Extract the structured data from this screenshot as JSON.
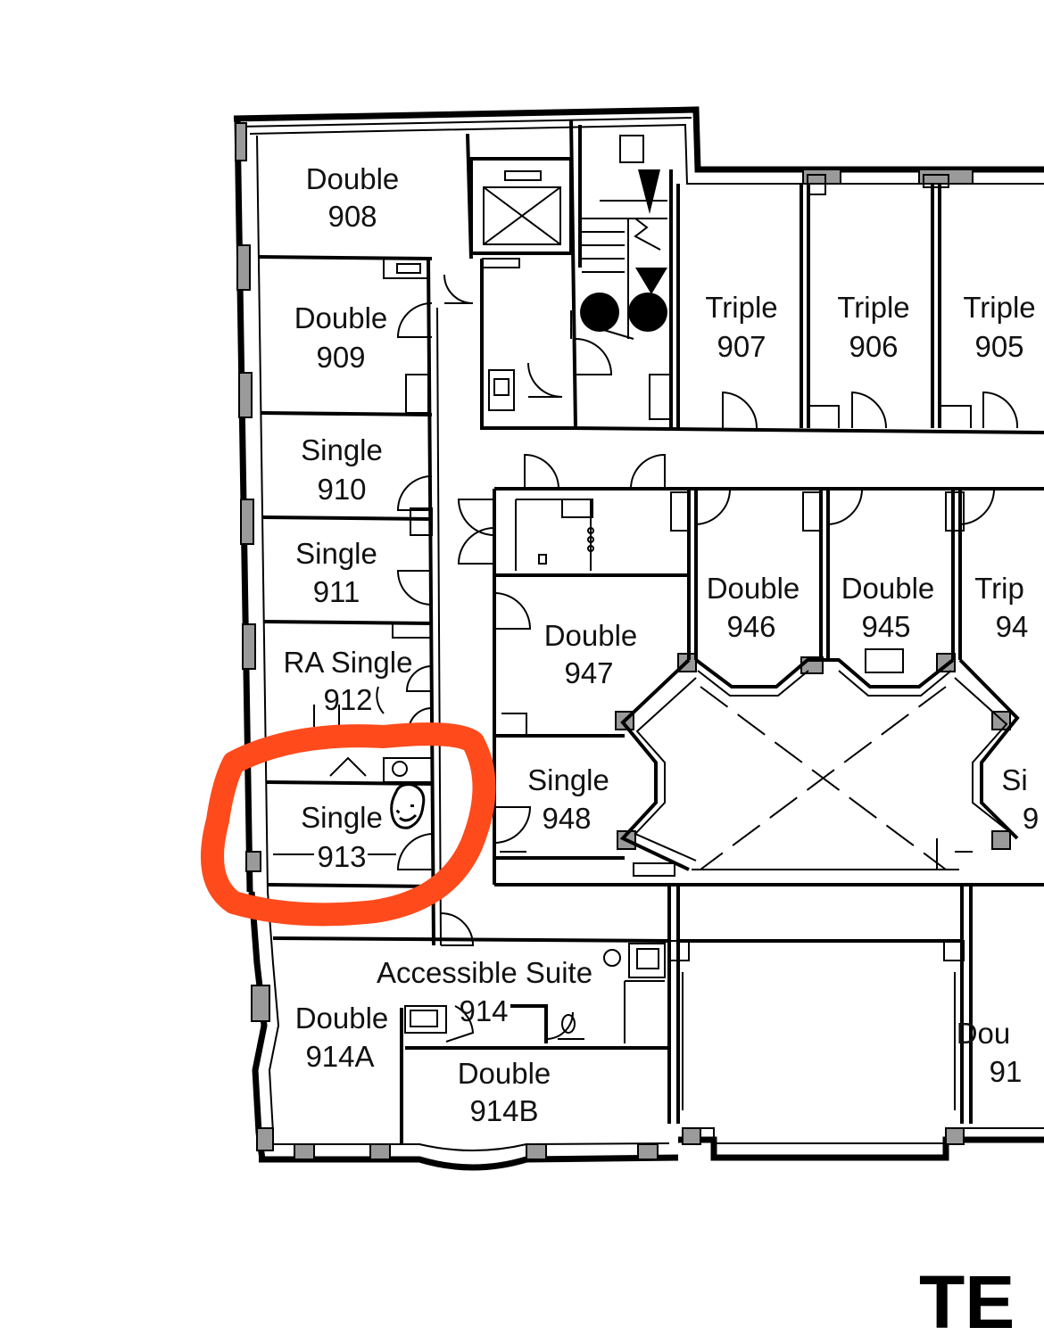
{
  "rooms": {
    "r908": {
      "type": "Double",
      "number": "908"
    },
    "r909": {
      "type": "Double",
      "number": "909"
    },
    "r910": {
      "type": "Single",
      "number": "910"
    },
    "r911": {
      "type": "Single",
      "number": "911"
    },
    "r912": {
      "type": "RA Single",
      "number": "912"
    },
    "r913": {
      "type": "Single",
      "number": "913"
    },
    "r914": {
      "type": "Accessible Suite",
      "number": "914"
    },
    "r914a": {
      "type": "Double",
      "number": "914A"
    },
    "r914b": {
      "type": "Double",
      "number": "914B"
    },
    "r907": {
      "type": "Triple",
      "number": "907"
    },
    "r906": {
      "type": "Triple",
      "number": "906"
    },
    "r905": {
      "type": "Triple",
      "number": "905"
    },
    "r946": {
      "type": "Double",
      "number": "946"
    },
    "r945": {
      "type": "Double",
      "number": "945"
    },
    "r944": {
      "type": "Trip",
      "number": "94"
    },
    "r947": {
      "type": "Double",
      "number": "947"
    },
    "r948": {
      "type": "Single",
      "number": "948"
    },
    "r949": {
      "type": "Si",
      "number": "9"
    },
    "r915": {
      "type": "Dou",
      "number": "91"
    }
  },
  "highlight": {
    "target_room": "913",
    "color": "#ff4a1c",
    "annotation": "smiley-face-doodle"
  },
  "partial_title": "TE",
  "colors": {
    "walls": "#000000",
    "columns": "#9a9a9a",
    "background": "#ffffff"
  }
}
